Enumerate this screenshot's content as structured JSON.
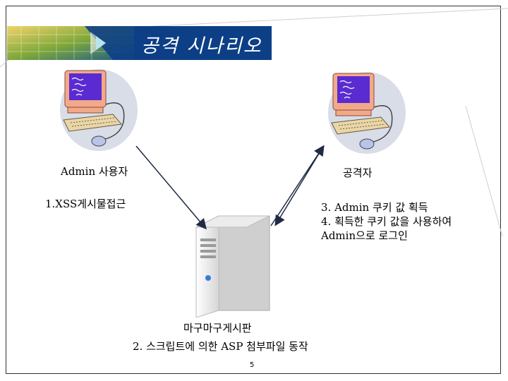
{
  "slide": {
    "title": "공격 시나리오",
    "page_number": "5"
  },
  "nodes": {
    "admin": {
      "label": "Admin 사용자",
      "action": "1.XSS게시물접근"
    },
    "attacker": {
      "label": "공격자"
    },
    "server": {
      "label": "마구마구게시판",
      "action": "2. 스크립트에 의한 ASP 첨부파일 동작"
    }
  },
  "attacker_steps": [
    "3. Admin 쿠키 값 획득",
    "4. 획득한 쿠키 값을 사용하여",
    "Admin으로 로그인"
  ],
  "colors": {
    "banner": "#0d3f86",
    "monitor": "#f2a98a",
    "screen": "#5a2bd1",
    "arrow": "#1f2a44"
  }
}
